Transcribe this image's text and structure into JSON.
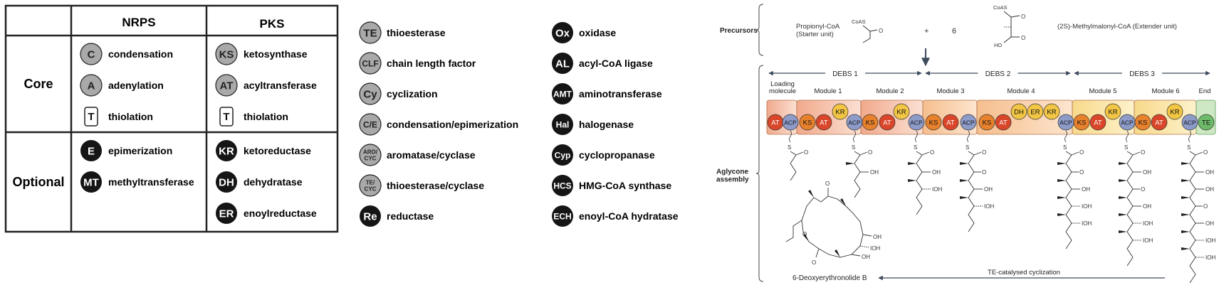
{
  "domain_table": {
    "headers": [
      "NRPS",
      "PKS"
    ],
    "rows": [
      {
        "label": "Core",
        "nrps": [
          {
            "badge": "C",
            "text": "condensation",
            "style": "gray"
          },
          {
            "badge": "A",
            "text": "adenylation",
            "style": "gray"
          },
          {
            "badge": "T",
            "text": "thiolation",
            "style": "box"
          }
        ],
        "pks": [
          {
            "badge": "KS",
            "text": "ketosynthase",
            "style": "gray"
          },
          {
            "badge": "AT",
            "text": "acyltransferase",
            "style": "gray"
          },
          {
            "badge": "T",
            "text": "thiolation",
            "style": "box"
          }
        ]
      },
      {
        "label": "Optional",
        "nrps": [
          {
            "badge": "E",
            "text": "epimerization",
            "style": "black"
          },
          {
            "badge": "MT",
            "text": "methyltransferase",
            "style": "black"
          }
        ],
        "pks": [
          {
            "badge": "KR",
            "text": "ketoreductase",
            "style": "black"
          },
          {
            "badge": "DH",
            "text": "dehydratase",
            "style": "black"
          },
          {
            "badge": "ER",
            "text": "enoylreductase",
            "style": "black"
          }
        ]
      }
    ]
  },
  "legend_gray": [
    {
      "badge": "TE",
      "text": "thioesterase"
    },
    {
      "badge": "CLF",
      "text": "chain length factor"
    },
    {
      "badge": "Cy",
      "text": "cyclization"
    },
    {
      "badge": "C/E",
      "text": "condensation/epimerization"
    },
    {
      "badge": "ARO/\nCYC",
      "text": "aromatase/cyclase"
    },
    {
      "badge": "TE/\nCYC",
      "text": "thioesterase/cyclase"
    },
    {
      "badge": "Re",
      "text": "reductase",
      "style": "black"
    }
  ],
  "legend_black": [
    {
      "badge": "Ox",
      "text": "oxidase"
    },
    {
      "badge": "AL",
      "text": "acyl-CoA ligase"
    },
    {
      "badge": "AMT",
      "text": "aminotransferase"
    },
    {
      "badge": "Hal",
      "text": "halogenase"
    },
    {
      "badge": "Cyp",
      "text": "cyclopropanase"
    },
    {
      "badge": "HCS",
      "text": "HMG-CoA synthase"
    },
    {
      "badge": "ECH",
      "text": "enoyl-CoA hydratase"
    }
  ],
  "debs": {
    "precursors_label": "Precursors",
    "starter_name": "Propionyl-CoA",
    "starter_sub": "(Starter unit)",
    "coas_label": "CoAS",
    "plus": "+",
    "six": "6",
    "extender_name": "(2S)-Methylmalonyl-CoA (Extender unit)",
    "ho_label": "HO",
    "debs_labels": [
      "DEBS 1",
      "DEBS 2",
      "DEBS 3"
    ],
    "module_labels": [
      "Loading\nmolecule",
      "Module 1",
      "Module 2",
      "Module 3",
      "Module 4",
      "Module 5",
      "Module 6",
      "End"
    ],
    "domain_labels": {
      "AT": "AT",
      "ACP": "ACP",
      "KS": "KS",
      "KR": "KR",
      "DH": "DH",
      "ER": "ER",
      "TE": "TE"
    },
    "aglycone_label": "Aglycone\nassembly",
    "sulfur": "S",
    "oxygen": "O",
    "oh": "OH",
    "ioh": "IOH",
    "cyclization_label": "TE-catalysed cyclization",
    "product_name": "6-Deoxyerythronolide B",
    "colors": {
      "at": "#d9462a",
      "ks": "#e8812c",
      "acp": "#8d9bc9",
      "kr": "#f2c644",
      "dh": "#f2c644",
      "er": "#f2c644",
      "te": "#6dbb6a",
      "arrow": "#3d4a5c"
    }
  }
}
